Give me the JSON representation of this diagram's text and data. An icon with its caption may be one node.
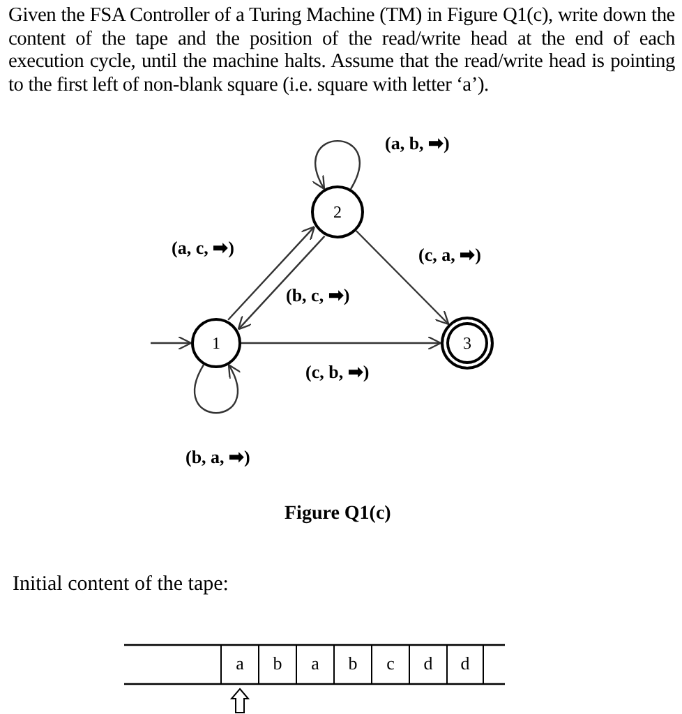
{
  "diagram": {
    "caption": "Figure Q1(c)",
    "nodes": [
      {
        "text": [
          "1"
        ]
      },
      {
        "text": [
          "2"
        ]
      },
      {
        "text": [
          "3"
        ]
      }
    ],
    "edges": [
      {
        "from": null,
        "to": 0,
        "arrow": "to"
      },
      {
        "from": 0,
        "to": 1,
        "label": "(a, c, ➡)",
        "arrow": "to"
      },
      {
        "from": 1,
        "to": 0,
        "label": "(b, c, ➡)",
        "arrow": "to"
      },
      {
        "from": 1,
        "to": 1,
        "label": "(a, b, ➡)",
        "arrow": "to"
      },
      {
        "from": 1,
        "to": 2,
        "label": "(c, a, ➡)",
        "arrow": "to"
      },
      {
        "from": 0,
        "to": 2,
        "label": "(c, b, ➡)",
        "arrow": "to"
      },
      {
        "from": 0,
        "to": 0,
        "label": "(b, a, ➡)",
        "arrow": "to"
      }
    ],
    "labels": [
      "Given the FSA Controller of a Turing Machine (TM) in Figure Q1(c), write down the content of the tape and the position of the read/write head at the end of each execution cycle, until the machine halts. Assume that the read/write head is pointing to the first left of non-blank square (i.e. square with letter ‘a’).",
      "Initial content of the tape:",
      "a",
      "b",
      "a",
      "b",
      "c",
      "d",
      "d"
    ]
  }
}
